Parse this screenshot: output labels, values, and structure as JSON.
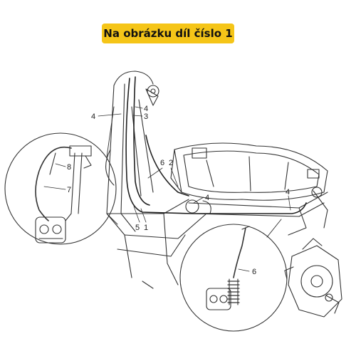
{
  "banner": {
    "text": "Na obrázku díl číslo 1",
    "color": "#f5c518"
  },
  "callouts": {
    "c1": "1",
    "c2": "2",
    "c3": "3",
    "c4a": "4",
    "c4b": "4",
    "c4c": "4",
    "c4d": "4",
    "c5": "5",
    "c6a": "6",
    "c6b": "6",
    "c7": "7",
    "c8": "8"
  },
  "icons": [
    "scooter-frame",
    "brake-caliper",
    "rear-brake-assembly",
    "detail-circle"
  ]
}
